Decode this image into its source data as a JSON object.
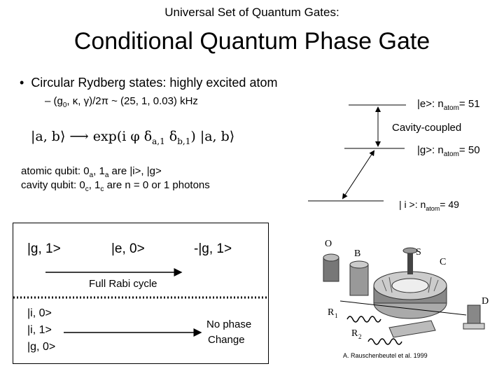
{
  "header": {
    "supertitle": "Universal Set of Quantum Gates:",
    "title": "Conditional Quantum Phase Gate"
  },
  "bullets": {
    "main": "Circular Rydberg states: highly excited atom",
    "sub_prefix": "– (g",
    "sub_g_sub": "0",
    "sub_rest": ", κ, γ)/2π ~ (25, 1, 0.03) kHz"
  },
  "formula": {
    "lhs": "|a, b⟩ ⟶ exp(i φ δ",
    "sub1": "a,1",
    "mid": " δ",
    "sub2": "b,1",
    "rhs": ") |a, b⟩"
  },
  "qubits": {
    "atomic_prefix": "atomic qubit: 0",
    "atomic_sub0": "a",
    "atomic_mid": ", 1",
    "atomic_sub1": "a",
    "atomic_suffix": " are |i>, |g>",
    "cavity_prefix": "cavity qubit: 0",
    "cavity_sub0": "c",
    "cavity_mid": ", 1",
    "cavity_sub1": "c",
    "cavity_suffix": " are n = 0 or 1 photons"
  },
  "levels": {
    "e_prefix": "|e>: n",
    "e_sub": "atom",
    "e_value": "= 51",
    "cavity_coupled": "Cavity-coupled",
    "g_prefix": "|g>: n",
    "g_sub": "atom",
    "g_value": "= 50",
    "i_prefix": "| i >:  n",
    "i_sub": "atom",
    "i_value": "= 49"
  },
  "box": {
    "g1": "|g, 1>",
    "e0": "|e, 0>",
    "neg_g1": "-|g, 1>",
    "rabi": "Full Rabi cycle",
    "i0": "|i, 0>",
    "i1": "|i, 1>",
    "g0": "|g, 0>",
    "no_phase_1": "No phase",
    "no_phase_2": "Change"
  },
  "apparatus": {
    "label_O": "O",
    "label_B": "B",
    "label_S": "S",
    "label_C": "C",
    "label_D": "D",
    "label_R1": "R",
    "label_R1_sub": "1",
    "label_R2": "R",
    "label_R2_sub": "2"
  },
  "credit": "A. Rauschenbeutel et al. 1999"
}
